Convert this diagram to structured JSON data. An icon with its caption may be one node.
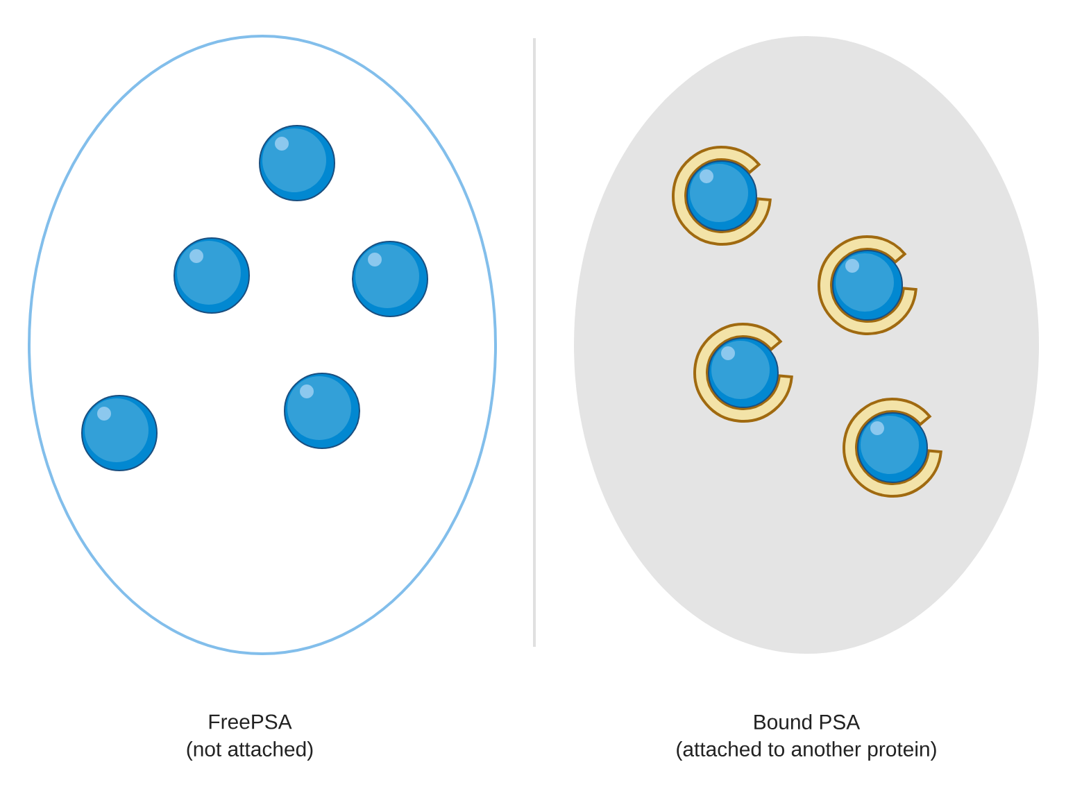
{
  "diagram": {
    "nodes": [
      {
        "text": [
          "FreePSA",
          "(not attached)"
        ]
      },
      {
        "text": [],
        "shape": "circle",
        "in": 0
      },
      {
        "text": [],
        "shape": "circle",
        "in": 0
      },
      {
        "text": [],
        "shape": "circle",
        "in": 0
      },
      {
        "text": [],
        "shape": "circle",
        "in": 0
      },
      {
        "text": [],
        "shape": "circle",
        "in": 0
      },
      {
        "text": [
          "Bound PSA",
          "(attached to another protein)"
        ]
      },
      {
        "text": [],
        "shape": "circle",
        "in": 6
      },
      {
        "text": [],
        "shape": "circle",
        "in": 6
      },
      {
        "text": [],
        "shape": "circle",
        "in": 6
      },
      {
        "text": [],
        "shape": "circle",
        "in": 6
      }
    ]
  }
}
